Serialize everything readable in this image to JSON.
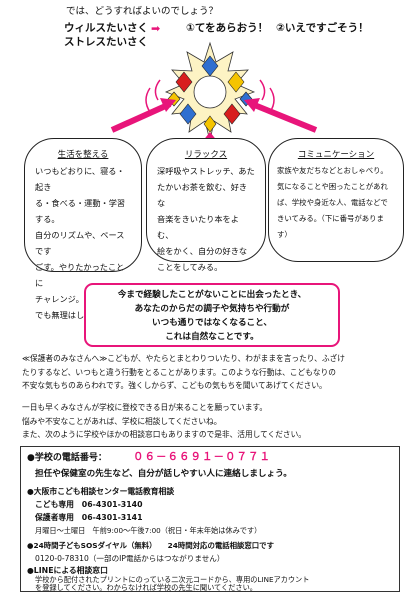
{
  "header": {
    "question": "では、どうすればよいのでしょう？",
    "virus_label": "ウィルスたいさく",
    "stress_label": "ストレスたいさく",
    "arrow_glyph": "➡",
    "action1": "①てをあらおう！",
    "action2": "②いえですごそう！"
  },
  "bubbles": {
    "left": {
      "title": "生活を整える",
      "lines": [
        "いつもどおりに、寝る・起き",
        "る・食べる・運動・学習する。",
        "自分のリズムや、ペースです",
        "ごす。やりたかったことに",
        "チャレンジ。",
        "でも無理はしない！"
      ]
    },
    "center": {
      "title": "リラックス",
      "lines": [
        "深呼吸やストレッチ、あた",
        "たかいお茶を飲む、好きな",
        "音楽をきいたり本をよむ、",
        "絵をかく、自分の好きな",
        "ことをしてみる。"
      ]
    },
    "right": {
      "title": "コミュニケーション",
      "lines": [
        "家族や友だちなどとおしゃべり。",
        "気になることや困ったことがあれ",
        "ば、学校や身近な人、電話などで",
        "きいてみる。（下に番号があります）"
      ]
    }
  },
  "message": {
    "lines": [
      "今まで経験したことがないことに出会ったとき、",
      "あなたのからだの調子や気持ちや行動が",
      "いつも通りではなくなること、",
      "これは自然なことです。"
    ]
  },
  "guardian_note": {
    "lines": [
      "≪保護者のみなさんへ≫こどもが、やたらとまとわりついたり、わがままを言ったり、ふざけ",
      "たりするなど、いつもと違う行動をとることがあります。このような行動は、こどもなりの",
      "不安な気もちのあらわれです。強くしからず、こどもの気もちを聞いてあげてください。"
    ]
  },
  "closing": {
    "lines": [
      "一日も早くみなさんが学校に登校できる日が来ることを願っています。",
      "悩みや不安なことがあれば、学校に相談してくださいね。",
      "また、次のように学校やほかの相談窓口もありますので是非、活用してください。"
    ]
  },
  "contacts": {
    "school_label": "●学校の電話番号：",
    "school_phone": "０６－６６９１－０７７１",
    "school_note": "担任や保健室の先生など、自分が話しやすい人に連絡しましょう。",
    "center_title": "●大阪市こども相談センター電話教育相談",
    "child_line": "こども専用　06-4301-3140",
    "parent_line": "保護者専用　06-4301-3141",
    "center_hours": "月曜日～土曜日　午前9:00～午後7:00（祝日・年末年始は休みです）",
    "sos_title": "●24時間子どもSOSダイヤル（無料）　　24時間対応の電話相談窓口です",
    "sos_number": "0120-0-78310（一部のIP電話からはつながりません）",
    "line_title": "●LINEによる相談窓口",
    "line_body1": "学校から配付されたプリントにのっている二次元コードから、専用のLINEアカウント",
    "line_body2": "を登録してください。わからなければ学校の先生に聞いてください。"
  },
  "colors": {
    "accent": "#e8157a",
    "star_blue": "#2f6fd0",
    "star_yellow": "#f5c400",
    "star_red": "#d81e1e"
  }
}
